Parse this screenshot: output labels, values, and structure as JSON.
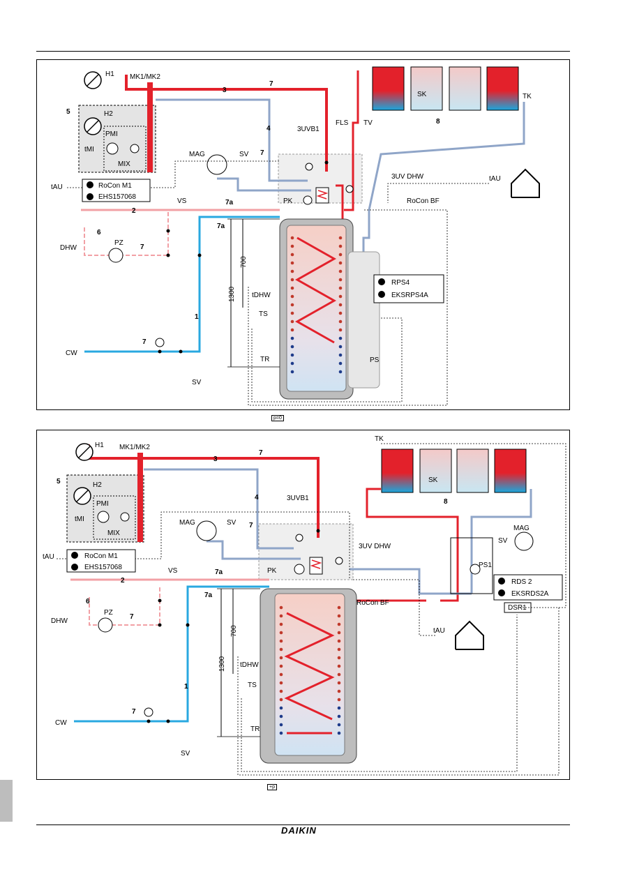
{
  "diagram1": {
    "labels": {
      "h1": "H1",
      "mk": "MK1/MK2",
      "l3": "3",
      "l7top": "7",
      "l5": "5",
      "h2": "H2",
      "pmi": "PMI",
      "tmi": "tMI",
      "mix": "MIX",
      "l4": "4",
      "l7b": "7",
      "uvb1": "3UVB1",
      "fls": "FLS",
      "tv": "TV",
      "sk": "SK",
      "l8": "8",
      "tk": "TK",
      "mag": "MAG",
      "sv": "SV",
      "uvdhw": "3UV DHW",
      "tau_left": "tAU",
      "tau_right": "tAU",
      "pk": "PK",
      "rocon_bf": "RoCon BF",
      "vs": "VS",
      "l2": "2",
      "l7a1": "7a",
      "l7a2": "7a",
      "dhw": "DHW",
      "l6": "6",
      "pz": "PZ",
      "l7c": "7",
      "d700": "700",
      "d1300": "1300",
      "tdhw": "tDHW",
      "ts": "TS",
      "l1": "1",
      "cw": "CW",
      "l7d": "7",
      "tr": "TR",
      "ps": "PS",
      "sv2": "SV"
    },
    "box_left": {
      "r": "RoCon M1",
      "d": "EHS157068"
    },
    "box_right": {
      "r": "RPS4",
      "d": "EKSRPS4A"
    },
    "symbol": "p=0"
  },
  "diagram2": {
    "labels": {
      "h1": "H1",
      "mk": "MK1/MK2",
      "l3": "3",
      "l7top": "7",
      "tk": "TK",
      "l5": "5",
      "h2": "H2",
      "pmi": "PMI",
      "tmi": "tMI",
      "mix": "MIX",
      "l4": "4",
      "sk": "SK",
      "l8": "8",
      "mag": "MAG",
      "sv": "SV",
      "l7b": "7",
      "uvb1": "3UVB1",
      "tau_left": "tAU",
      "uvdhw": "3UV DHW",
      "mag2": "MAG",
      "sv3": "SV",
      "ps1": "PS1",
      "pk": "PK",
      "vs": "VS",
      "l2": "2",
      "l7a1": "7a",
      "l7a2": "7a",
      "rocon_bf": "RoCon BF",
      "dsr1": "DSR1",
      "dhw": "DHW",
      "l6": "6",
      "pz": "PZ",
      "l7c": "7",
      "tau_right": "tAU",
      "d700": "700",
      "d1300": "1300",
      "tdhw": "tDHW",
      "ts": "TS",
      "l1": "1",
      "cw": "CW",
      "l7d": "7",
      "tr": "TR",
      "sv2": "SV"
    },
    "box_left": {
      "r": "RoCon M1",
      "d": "EHS157068"
    },
    "box_right": {
      "r": "RDS 2",
      "d": "EKSRDS2A"
    },
    "symbol": "+p"
  },
  "footer": {
    "logo": "DAIKIN"
  },
  "colors": {
    "hot": "#e3212b",
    "return": "#8fa5c8",
    "cold": "#29a8e0",
    "dhw": "#f2a0a5"
  }
}
